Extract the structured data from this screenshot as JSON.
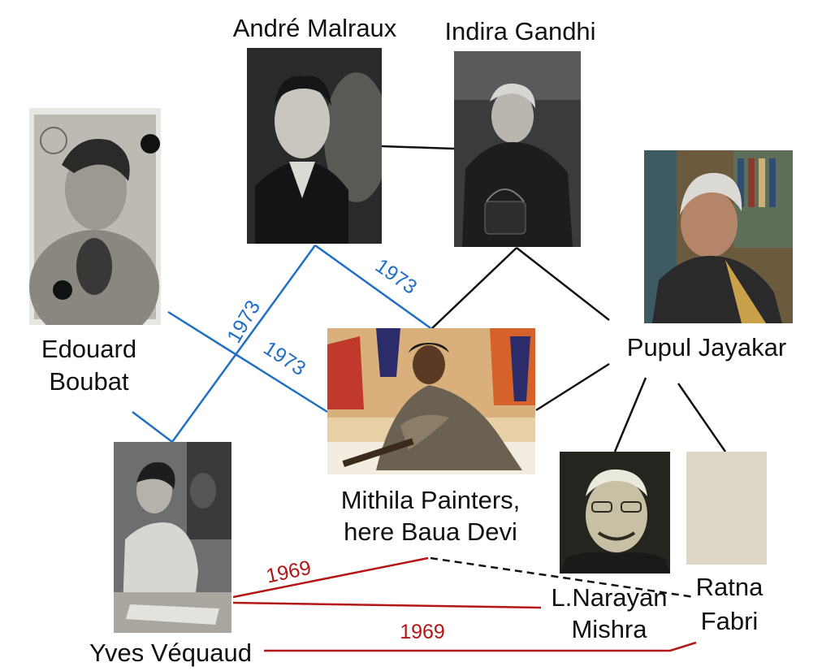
{
  "people": {
    "malraux": "André Malraux",
    "gandhi": "Indira Gandhi",
    "boubat_line1": "Edouard",
    "boubat_line2": "Boubat",
    "jayakar": "Pupul Jayakar",
    "mithila_line1": "Mithila Painters,",
    "mithila_line2": "here Baua Devi",
    "mishra_line1": "L.Narayan",
    "mishra_line2": "Mishra",
    "fabri_line1": "Ratna",
    "fabri_line2": "Fabri",
    "vequaud": "Yves Véquaud"
  },
  "years": {
    "malraux_vequaud": "1973",
    "malraux_mithila": "1973",
    "boubat_mithila": "1973",
    "vequaud_mithila": "1969",
    "vequaud_fabri": "1969"
  },
  "colors": {
    "link_1973": "#1f6fc4",
    "link_1969": "#b41616",
    "link_plain": "#111111",
    "placeholder_photo": "#ddd8c5"
  }
}
